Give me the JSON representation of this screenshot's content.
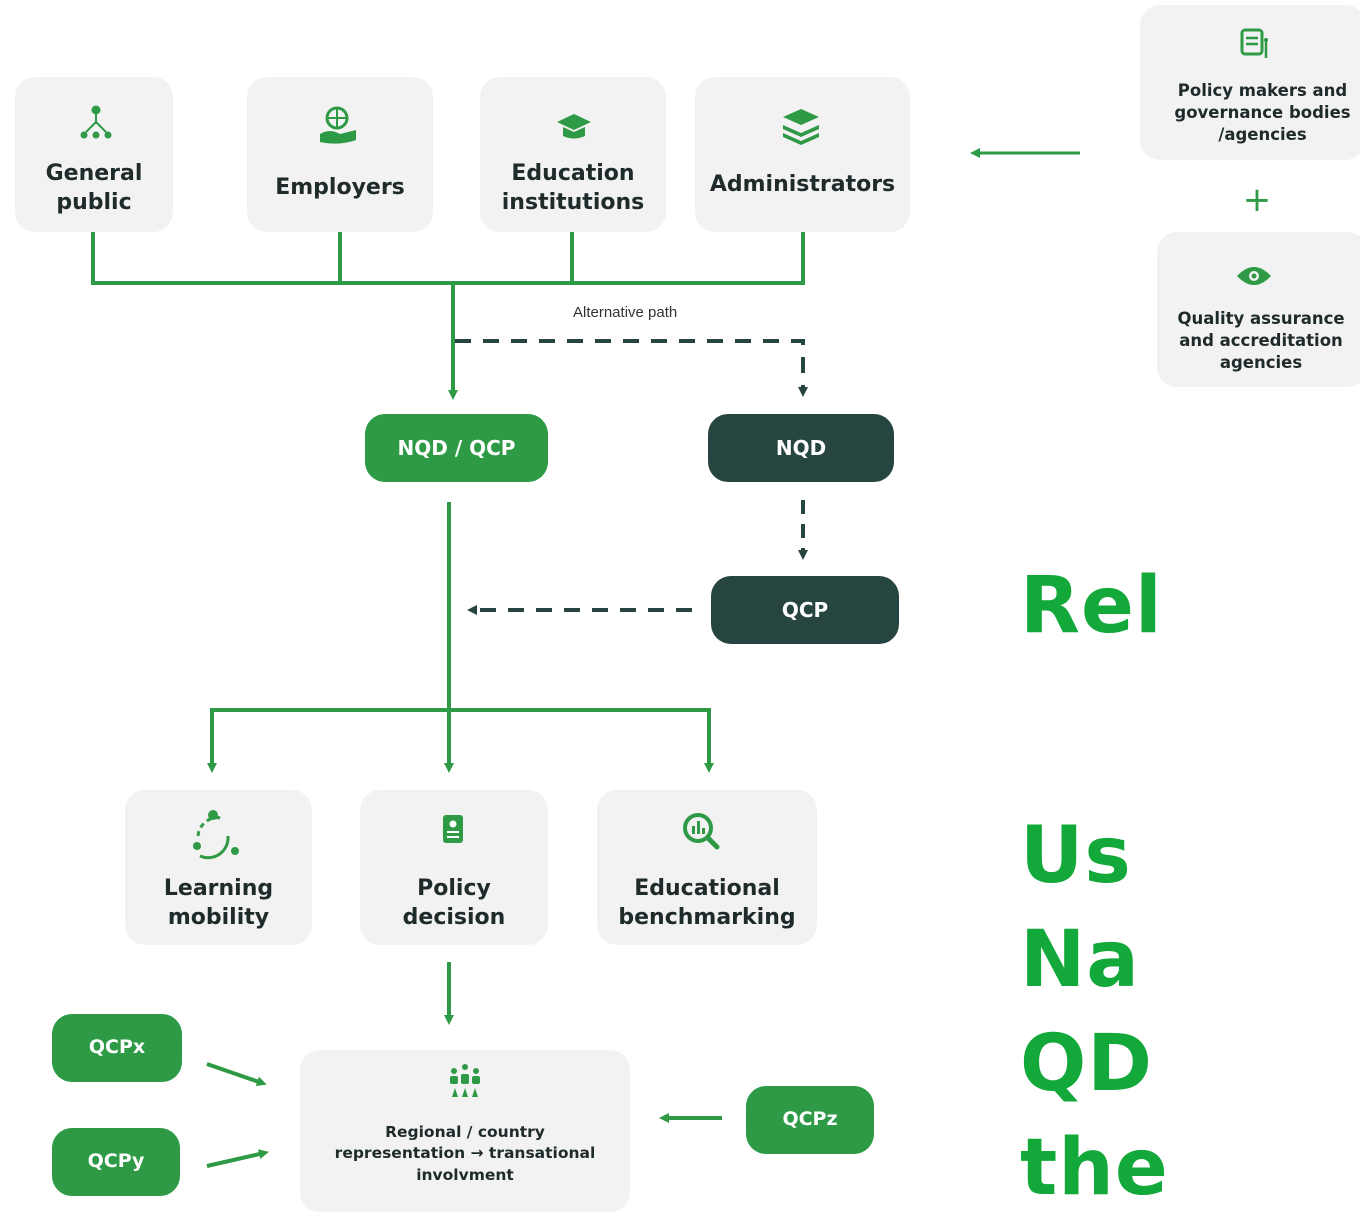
{
  "colors": {
    "green": "#2e9a45",
    "dark": "#274540",
    "box": "#f2f2f2",
    "heading": "#12a83a"
  },
  "top_row": [
    {
      "label": "General\npublic",
      "icon": "network-people-icon"
    },
    {
      "label": "Employers",
      "icon": "globe-hand-icon"
    },
    {
      "label": "Education\ninstitutions",
      "icon": "graduation-cap-icon"
    },
    {
      "label": "Administrators",
      "icon": "layers-icon"
    }
  ],
  "side": {
    "policy_makers": "Policy makers and\ngovernance bodies\n/agencies",
    "policy_icon": "newspaper-icon",
    "plus": "+",
    "quality": "Quality assurance\nand accreditation\nagencies",
    "quality_icon": "eye-icon"
  },
  "alternative_path": "Alternative path",
  "nodes": {
    "nqd_qcp": "NQD / QCP",
    "nqd": "NQD",
    "qcp": "QCP"
  },
  "outputs": [
    {
      "label": "Learning\nmobility",
      "icon": "connected-circle-icon"
    },
    {
      "label": "Policy\ndecision",
      "icon": "document-icon"
    },
    {
      "label": "Educational\nbenchmarking",
      "icon": "chart-search-icon"
    }
  ],
  "qcp_inputs": {
    "x": "QCPx",
    "y": "QCPy",
    "z": "QCPz"
  },
  "regional": {
    "label": "Regional / country\nrepresentation → transational\ninvolvment",
    "icon": "group-icon"
  },
  "heading": {
    "line1": "Rel",
    "lines": [
      "Us",
      "Na",
      "QD",
      "the"
    ]
  }
}
